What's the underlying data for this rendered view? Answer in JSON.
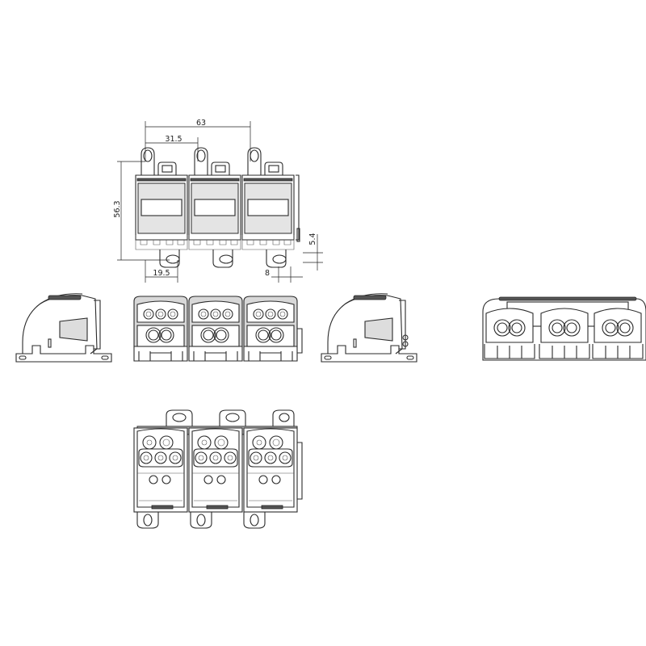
{
  "dimensions": {
    "overall_width": "63",
    "pitch": "31.5",
    "height": "56.3",
    "tab_offset": "5.4",
    "edge_to_hole": "19.5",
    "hole_width": "8"
  },
  "views": [
    "top-view",
    "left-side-view",
    "front-view",
    "right-side-view",
    "rear-view",
    "bottom-view"
  ],
  "colors": {
    "line": "#2a2a2a",
    "background": "#ffffff"
  }
}
